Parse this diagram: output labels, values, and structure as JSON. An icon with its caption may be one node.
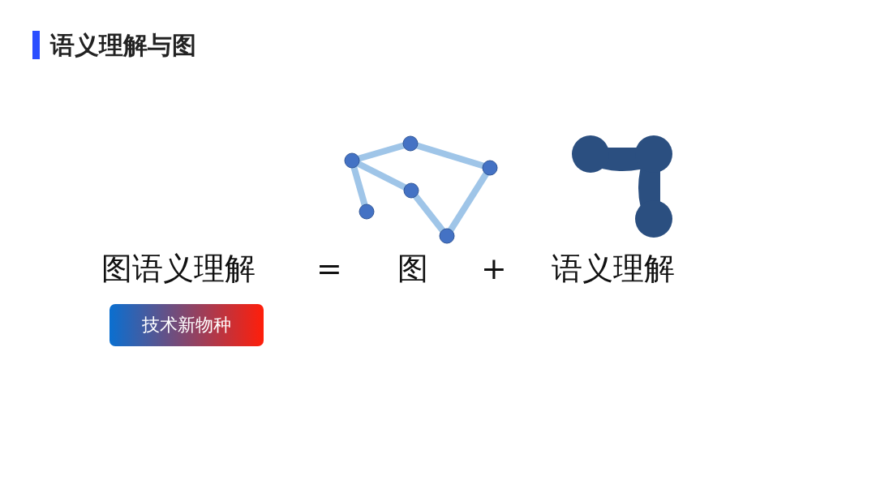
{
  "diagram": {
    "title": "语义理解与图",
    "nodes": [
      {
        "text": [
          "技术新物种"
        ]
      }
    ],
    "labels": [
      "图语义理解",
      "=",
      "图",
      "+",
      "语义理解"
    ]
  }
}
